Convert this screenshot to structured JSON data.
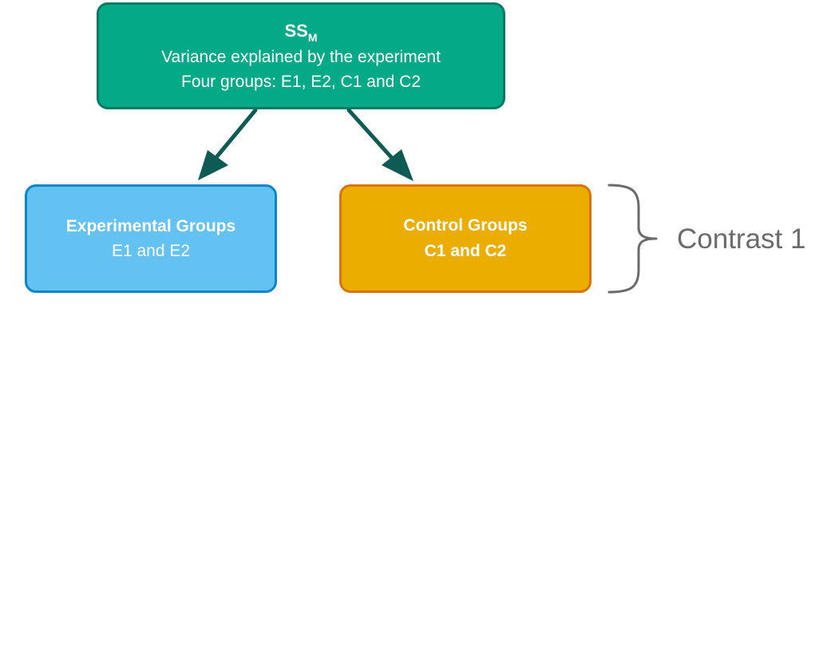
{
  "top_node": {
    "title_main": "SS",
    "title_sub": "M",
    "line1": "Variance explained by the experiment",
    "line2": "Four groups: E1, E2, C1 and C2"
  },
  "left_node": {
    "title": "Experimental Groups",
    "subtitle": "E1 and E2"
  },
  "right_node": {
    "title": "Control Groups",
    "subtitle": "C1 and C2"
  },
  "contrast": {
    "label": "Contrast 1"
  },
  "colors": {
    "top_fill": "#04AA88",
    "top_border": "#0B7A64",
    "left_fill": "#63C2F2",
    "left_border": "#0B86C6",
    "right_fill": "#EBAD00",
    "right_border": "#D9740A",
    "arrow": "#0E5A55",
    "brace": "#6B6B6B"
  }
}
